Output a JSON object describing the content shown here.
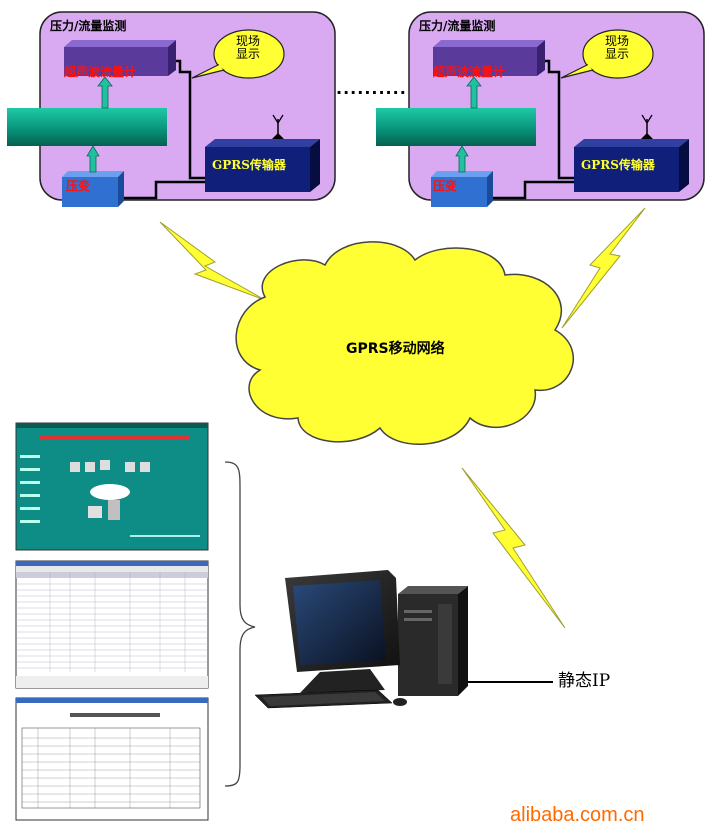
{
  "sites": [
    {
      "title": "压力/流量监测",
      "meter_label": "超声波流量计",
      "display_label": "现场\n显示",
      "transmitter_label": "GPRS传输器",
      "sensor_label": "压变"
    },
    {
      "title": "压力/流量监测",
      "meter_label": "超声波流量计",
      "display_label": "现场\n显示",
      "transmitter_label": "GPRS传输器",
      "sensor_label": "压变"
    }
  ],
  "ellipsis": "..........",
  "network_label": "GPRS移动网络",
  "server_label": "静态IP",
  "watermark": "alibaba.com.cn",
  "colors": {
    "site_bg": "#d9a9f2",
    "meter": "#5a3a9a",
    "meter_text": "#ff1010",
    "pipe": "#0a9a80",
    "transmitter": "#10207a",
    "transmitter_text": "#ffff30",
    "sensor": "#3070d0",
    "cloud": "#ffff33",
    "bolt": "#ffff33",
    "screen_green": "#0e8c86",
    "watermark": "#ff6a00"
  }
}
